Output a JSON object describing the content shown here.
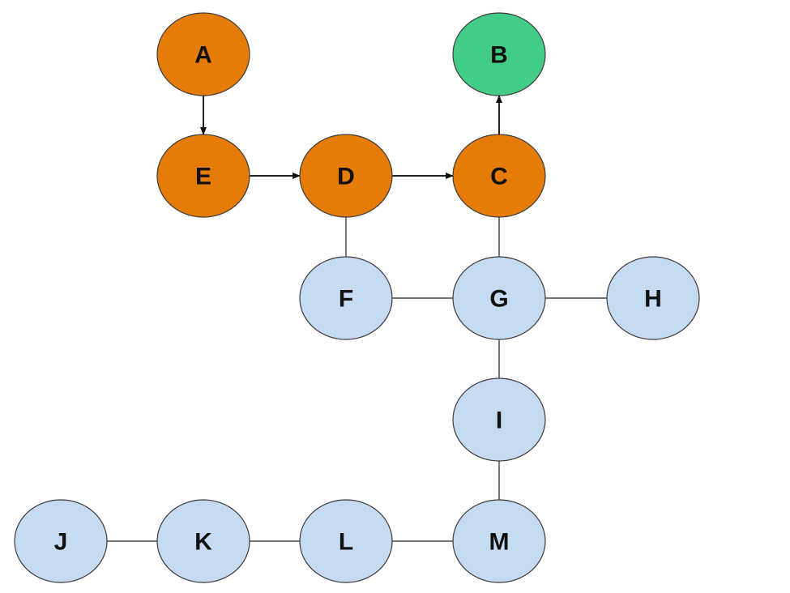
{
  "diagram": {
    "colors": {
      "path": "#e67c08",
      "target": "#42cc87",
      "other": "#c6daf2",
      "stroke": "#3a3a3a",
      "edge": "#222222"
    },
    "nodes": [
      {
        "id": "A",
        "label": "A",
        "state": "path"
      },
      {
        "id": "B",
        "label": "B",
        "state": "target"
      },
      {
        "id": "C",
        "label": "C",
        "state": "path"
      },
      {
        "id": "D",
        "label": "D",
        "state": "path"
      },
      {
        "id": "E",
        "label": "E",
        "state": "path"
      },
      {
        "id": "F",
        "label": "F",
        "state": "other"
      },
      {
        "id": "G",
        "label": "G",
        "state": "other"
      },
      {
        "id": "H",
        "label": "H",
        "state": "other"
      },
      {
        "id": "I",
        "label": "I",
        "state": "other"
      },
      {
        "id": "J",
        "label": "J",
        "state": "other"
      },
      {
        "id": "K",
        "label": "K",
        "state": "other"
      },
      {
        "id": "L",
        "label": "L",
        "state": "other"
      },
      {
        "id": "M",
        "label": "M",
        "state": "other"
      }
    ],
    "edges": [
      {
        "from": "A",
        "to": "E",
        "directed": true
      },
      {
        "from": "E",
        "to": "D",
        "directed": true
      },
      {
        "from": "D",
        "to": "C",
        "directed": true
      },
      {
        "from": "C",
        "to": "B",
        "directed": true
      },
      {
        "from": "D",
        "to": "F",
        "directed": false
      },
      {
        "from": "C",
        "to": "G",
        "directed": false
      },
      {
        "from": "F",
        "to": "G",
        "directed": false
      },
      {
        "from": "G",
        "to": "H",
        "directed": false
      },
      {
        "from": "G",
        "to": "I",
        "directed": false
      },
      {
        "from": "I",
        "to": "M",
        "directed": false
      },
      {
        "from": "J",
        "to": "K",
        "directed": false
      },
      {
        "from": "K",
        "to": "L",
        "directed": false
      },
      {
        "from": "L",
        "to": "M",
        "directed": false
      }
    ]
  }
}
